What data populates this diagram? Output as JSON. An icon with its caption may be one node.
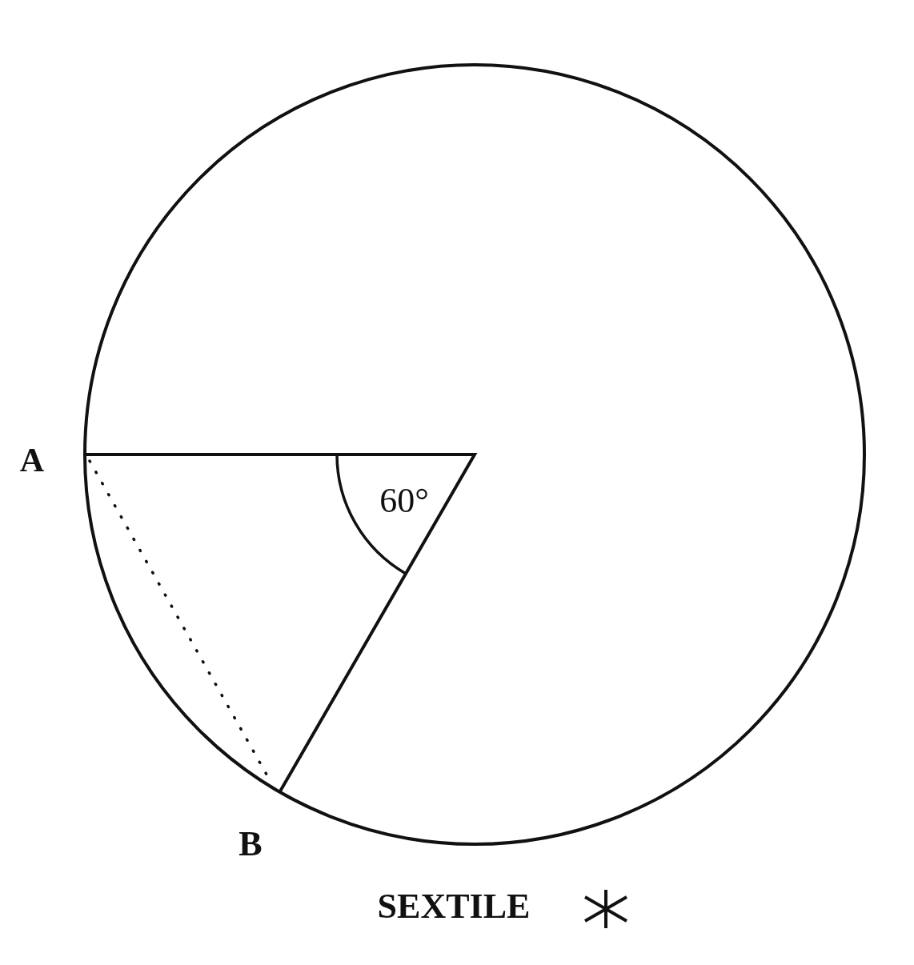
{
  "diagram": {
    "caption": "SEXTILE",
    "labels": [
      "A",
      "60°",
      "B"
    ]
  }
}
